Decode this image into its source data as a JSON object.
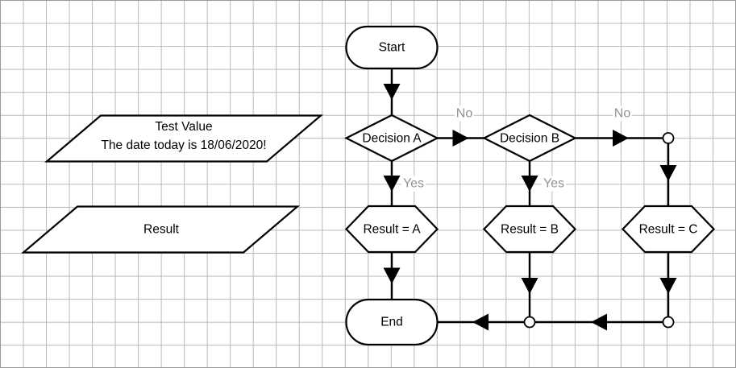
{
  "flowchart": {
    "nodes": {
      "start": "Start",
      "decision_a": "Decision A",
      "decision_b": "Decision B",
      "result_a": "Result = A",
      "result_b": "Result = B",
      "result_c": "Result = C",
      "end": "End",
      "test_value_line1": "Test Value",
      "test_value_line2": "The date today is 18/06/2020!",
      "result_param": "Result"
    },
    "edge_labels": {
      "decision_a_no": "No",
      "decision_a_yes": "Yes",
      "decision_b_no": "No",
      "decision_b_yes": "Yes"
    },
    "colors": {
      "shape_stroke": "#000000",
      "shape_fill": "#ffffff",
      "edge_label_gray": "#8f9193",
      "grid_line": "#b9b9b9",
      "canvas_bg": "#ffffff"
    }
  }
}
